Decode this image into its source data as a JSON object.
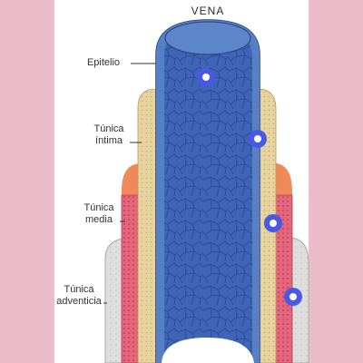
{
  "title": "VENA",
  "labels": {
    "epitelio": "Epitelio",
    "intima_1": "Túnica",
    "intima_2": "íntima",
    "media_1": "Túnica",
    "media_2": "media",
    "adventicia_1": "Túnica",
    "adventicia_2": "adventicia"
  },
  "colors": {
    "background": "#ebbcc9",
    "panel": "#ffffff",
    "lumen_blue": "#3f65b8",
    "epithelium": "#5c86c9",
    "intima": "#e7d3a0",
    "media_top": "#f08a5a",
    "media": "#e5657d",
    "adventicia": "#dcdcdc",
    "marker": "#4a58e6"
  },
  "markers": [
    {
      "id": "marker-1"
    },
    {
      "id": "marker-2"
    },
    {
      "id": "marker-3"
    },
    {
      "id": "marker-4"
    }
  ]
}
